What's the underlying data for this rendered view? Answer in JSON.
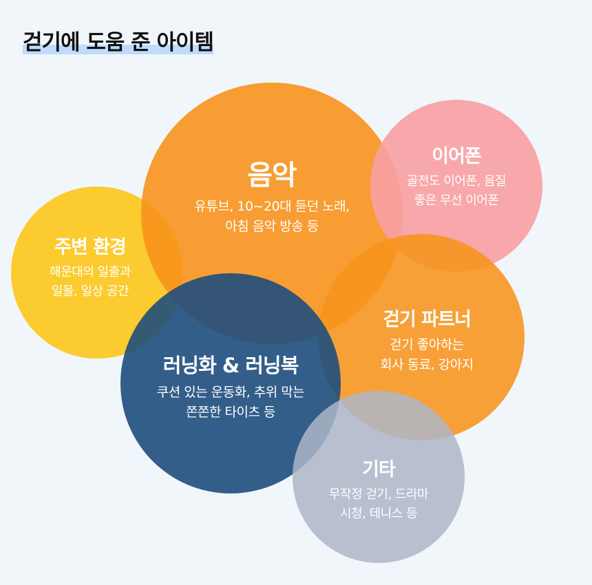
{
  "title": "걷기에 도움 준 아이템",
  "items": [
    {
      "name": "음악",
      "lines": [
        "유튜브, 10~20대 듣던 노래,",
        "아침 음악 방송 등"
      ],
      "color": "#F7941D"
    },
    {
      "name": "이어폰",
      "lines": [
        "골전도 이어폰, 음질",
        "좋은 무선 이어폰"
      ],
      "color": "#F99FA3"
    },
    {
      "name": "주변 환경",
      "lines": [
        "해운대의 일출과",
        "일몰, 일상 공간"
      ],
      "color": "#FBCB2F"
    },
    {
      "name": "러닝화 & 러닝복",
      "lines": [
        "쿠션 있는 운동화, 추위 막는",
        "쫀쫀한 타이츠 등"
      ],
      "color": "#1E4E7C"
    },
    {
      "name": "걷기 파트너",
      "lines": [
        "걷기 좋아하는",
        "회사 동료, 강아지"
      ],
      "color": "#F7941D"
    },
    {
      "name": "기타",
      "lines": [
        "무작정 걷기, 드라마",
        "시청, 테니스 등"
      ],
      "color": "#AEB6C8"
    }
  ]
}
